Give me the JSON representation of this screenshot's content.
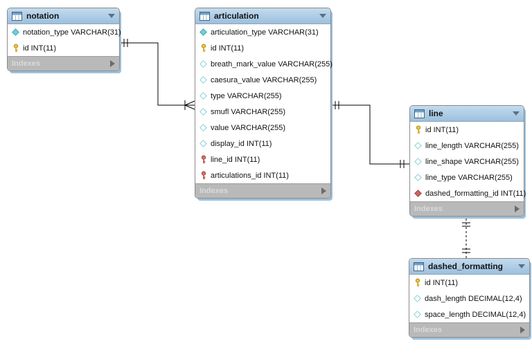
{
  "diagram": {
    "background": "#ffffff",
    "type": "EER diagram"
  },
  "colors": {
    "table_header_top": "#c3dbee",
    "table_header_bottom": "#9cc0de",
    "table_border": "#8b8b8b",
    "table_shadow": "#9cc0dd",
    "footer_bg": "#b9b9b9",
    "footer_text": "#dadada",
    "primary_key": "#f0c83c",
    "foreign_key_red": "#cb6a60",
    "column_cyan": "#6fd1d6",
    "connector": "#000000"
  },
  "tables": [
    {
      "name": "notation",
      "footer": {
        "label": "Indexes"
      },
      "columns": [
        {
          "icon": "column-not-null-diamond",
          "text": "notation_type VARCHAR(31)"
        },
        {
          "icon": "primary-key",
          "text": "id INT(11)"
        }
      ]
    },
    {
      "name": "articulation",
      "footer": {
        "label": "Indexes"
      },
      "columns": [
        {
          "icon": "column-not-null-diamond",
          "text": "articulation_type VARCHAR(31)"
        },
        {
          "icon": "primary-key",
          "text": "id INT(11)"
        },
        {
          "icon": "column-nullable-diamond",
          "text": "breath_mark_value VARCHAR(255)"
        },
        {
          "icon": "column-nullable-diamond",
          "text": "caesura_value VARCHAR(255)"
        },
        {
          "icon": "column-nullable-diamond",
          "text": "type VARCHAR(255)"
        },
        {
          "icon": "column-nullable-diamond",
          "text": "smufl VARCHAR(255)"
        },
        {
          "icon": "column-nullable-diamond",
          "text": "value VARCHAR(255)"
        },
        {
          "icon": "column-nullable-diamond",
          "text": "display_id INT(11)"
        },
        {
          "icon": "foreign-key",
          "text": "line_id INT(11)"
        },
        {
          "icon": "foreign-key",
          "text": "articulations_id INT(11)"
        }
      ]
    },
    {
      "name": "line",
      "footer": {
        "label": "Indexes"
      },
      "columns": [
        {
          "icon": "primary-key",
          "text": "id INT(11)"
        },
        {
          "icon": "column-nullable-diamond",
          "text": "line_length VARCHAR(255)"
        },
        {
          "icon": "column-nullable-diamond",
          "text": "line_shape VARCHAR(255)"
        },
        {
          "icon": "column-nullable-diamond",
          "text": "line_type VARCHAR(255)"
        },
        {
          "icon": "foreign-key-diamond",
          "text": "dashed_formatting_id INT(11)"
        }
      ]
    },
    {
      "name": "dashed_formatting",
      "footer": {
        "label": "Indexes"
      },
      "columns": [
        {
          "icon": "primary-key",
          "text": "id INT(11)"
        },
        {
          "icon": "column-nullable-diamond",
          "text": "dash_length DECIMAL(12,4)"
        },
        {
          "icon": "column-nullable-diamond",
          "text": "space_length DECIMAL(12,4)"
        }
      ]
    }
  ],
  "relationships": [
    {
      "from_table": "notation",
      "to_table": "articulation",
      "line_style": "solid",
      "from_marker": "one-mandatory",
      "to_marker": "many-mandatory"
    },
    {
      "from_table": "articulation",
      "to_table": "line",
      "line_style": "solid",
      "from_marker": "one-mandatory",
      "to_marker": "one-mandatory"
    },
    {
      "from_table": "line",
      "to_table": "dashed_formatting",
      "line_style": "dashed",
      "from_marker": "one-mandatory",
      "to_marker": "one-mandatory"
    }
  ]
}
